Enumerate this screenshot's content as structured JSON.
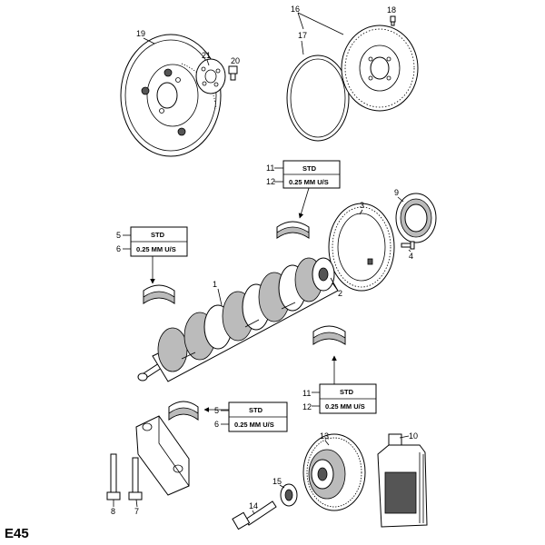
{
  "diagram_code": "E45",
  "callouts": {
    "c1": "1",
    "c2": "2",
    "c3": "3",
    "c4": "4",
    "c5": "5",
    "c6": "6",
    "c7": "7",
    "c8": "8",
    "c9": "9",
    "c10": "10",
    "c13": "13",
    "c14": "14",
    "c15": "15",
    "c16": "16",
    "c17": "17",
    "c18": "18",
    "c19": "19",
    "c20": "20",
    "c21": "21"
  },
  "label_boxes": {
    "top_main": {
      "row1_ref": "11",
      "row1_text": "STD",
      "row2_ref": "12",
      "row2_text": "0.25  MM U/S"
    },
    "left_main": {
      "row1_ref": "5",
      "row1_text": "STD",
      "row2_ref": "6",
      "row2_text": "0.25  MM U/S"
    },
    "right_lower": {
      "row1_ref": "11",
      "row1_text": "STD",
      "row2_ref": "12",
      "row2_text": "0.25  MM U/S"
    },
    "bottom_center": {
      "row1_ref": "5",
      "row1_text": "STD",
      "row2_ref": "6",
      "row2_text": "0.25  MM U/S"
    }
  }
}
